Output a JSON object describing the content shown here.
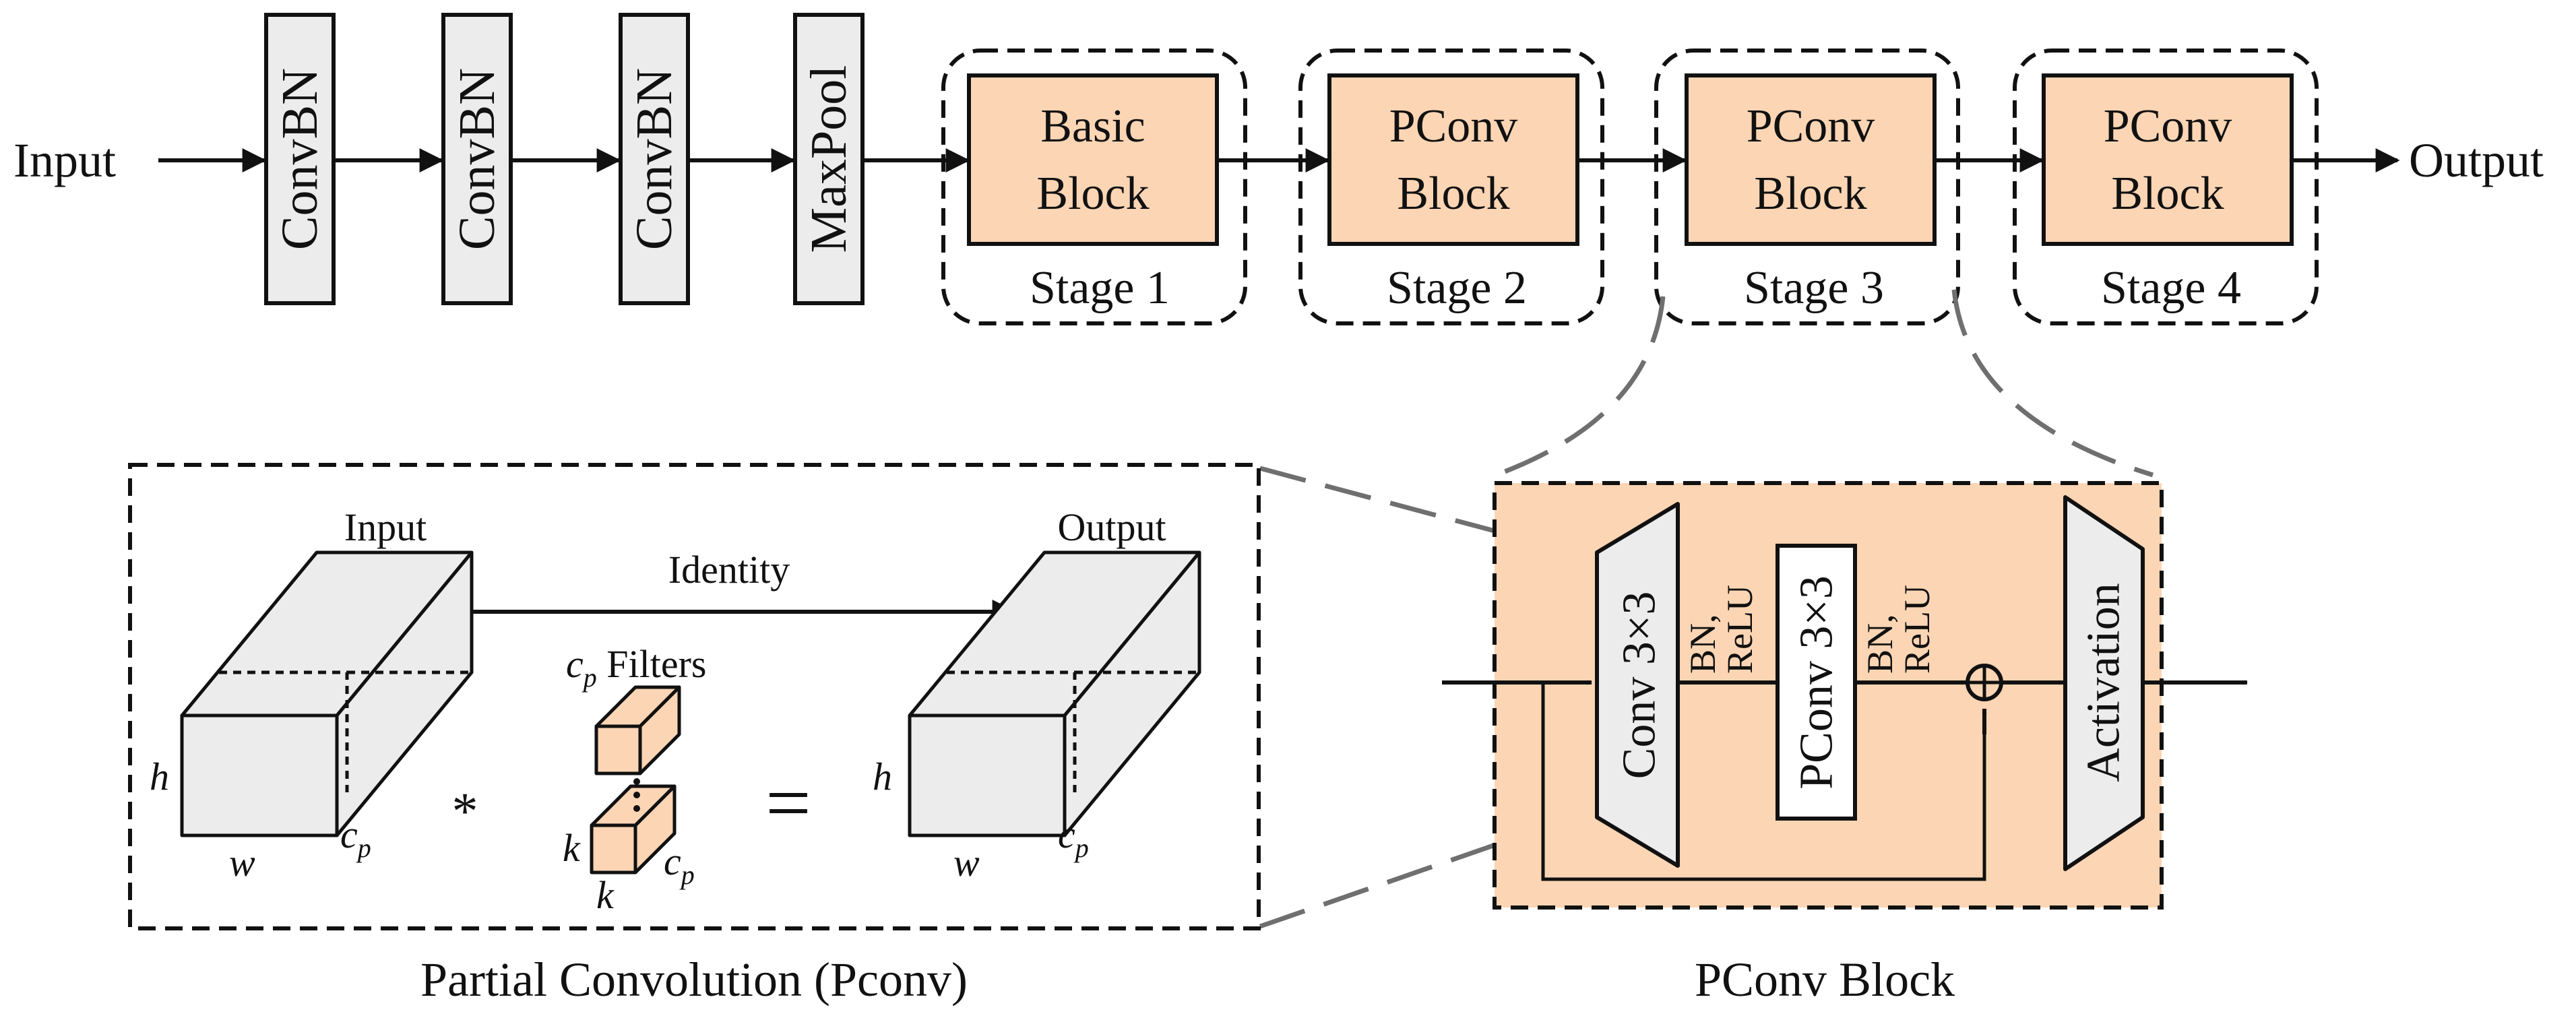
{
  "colors": {
    "peach": "#fcd5b4",
    "grey_box": "#ececec",
    "line": "#111111",
    "zoom_dash": "#6f6f6f"
  },
  "backbone": {
    "input_label": "Input",
    "output_label": "Output",
    "layers": [
      "ConvBN",
      "ConvBN",
      "ConvBN",
      "MaxPool"
    ],
    "stages": [
      {
        "block_line1": "Basic",
        "block_line2": "Block",
        "label": "Stage 1"
      },
      {
        "block_line1": "PConv",
        "block_line2": "Block",
        "label": "Stage 2"
      },
      {
        "block_line1": "PConv",
        "block_line2": "Block",
        "label": "Stage 3"
      },
      {
        "block_line1": "PConv",
        "block_line2": "Block",
        "label": "Stage 4"
      }
    ]
  },
  "pconv": {
    "input_label": "Input",
    "output_label": "Output",
    "identity_label": "Identity",
    "filters_label_var": "c",
    "filters_label_sub": "p",
    "filters_label_text": " Filters",
    "h": "h",
    "w": "w",
    "cp_var": "c",
    "cp_sub": "p",
    "k": "k",
    "convolve_symbol": "*",
    "equals_symbol": "=",
    "caption": "Partial Convolution (Pconv)"
  },
  "block": {
    "conv_label": "Conv 3×3",
    "bn_relu_1": [
      "BN,",
      "ReLU"
    ],
    "pconv_label": "PConv 3×3",
    "bn_relu_2": [
      "BN,",
      "ReLU"
    ],
    "activation_label": "Activation",
    "add_symbol": "⊕",
    "caption": "PConv Block"
  }
}
